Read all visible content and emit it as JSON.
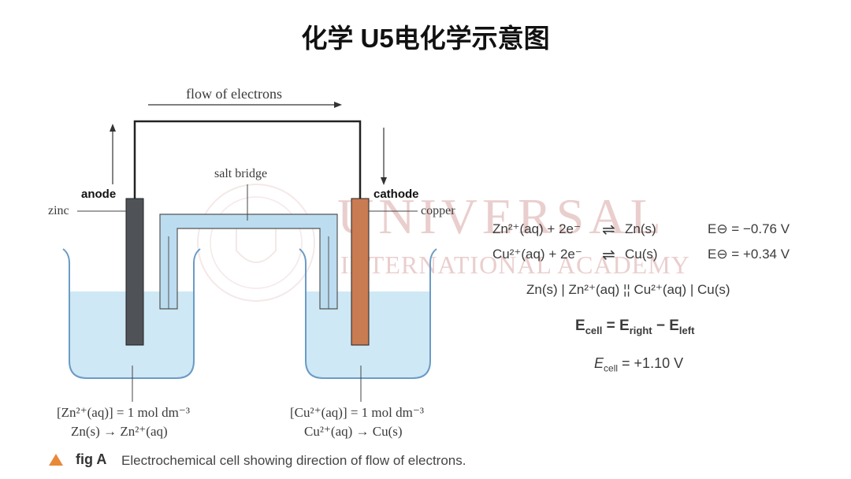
{
  "title": "化学 U5电化学示意图",
  "watermark": {
    "line1": "UNIVERSAL",
    "line2": "INTERNATIONAL ACADEMY"
  },
  "diagram": {
    "flow_label": "flow of electrons",
    "salt_bridge": "salt bridge",
    "anode": "anode",
    "cathode": "cathode",
    "zinc": "zinc",
    "copper": "copper",
    "left_conc": "[Zn²⁺(aq)] = 1 mol dm⁻³",
    "left_reaction": "Zn(s) → Zn²⁺(aq)",
    "right_conc": "[Cu²⁺(aq)] = 1 mol dm⁻³",
    "right_reaction": "Cu²⁺(aq) → Cu(s)",
    "colors": {
      "solution": "#cfe8f5",
      "bridge": "#bcdcf0",
      "zinc_electrode": "#4f5256",
      "copper_electrode": "#c97b52",
      "wire": "#222222",
      "caption_marker": "#e8893a"
    }
  },
  "equations": {
    "eq1_lhs": "Zn²⁺(aq) + 2e⁻",
    "eq1_arrow": "⇌",
    "eq1_rhs": "Zn(s)",
    "eq1_e": "E⊖ = −0.76 V",
    "eq2_lhs": "Cu²⁺(aq) + 2e⁻",
    "eq2_arrow": "⇌",
    "eq2_rhs": "Cu(s)",
    "eq2_e": "E⊖ = +0.34 V",
    "cell_notation": "Zn(s) | Zn²⁺(aq) ¦¦ Cu²⁺(aq) | Cu(s)",
    "ecell_E": "E",
    "ecell_sub": "cell",
    "ecell_eq": " = E",
    "ecell_right": "right",
    "ecell_minus": " − E",
    "ecell_left": "left",
    "ecell_value_E": "E",
    "ecell_value_sub": "cell",
    "ecell_value": " = +1.10 V"
  },
  "caption": {
    "label": "fig A",
    "text": "Electrochemical cell showing direction of flow of electrons."
  }
}
